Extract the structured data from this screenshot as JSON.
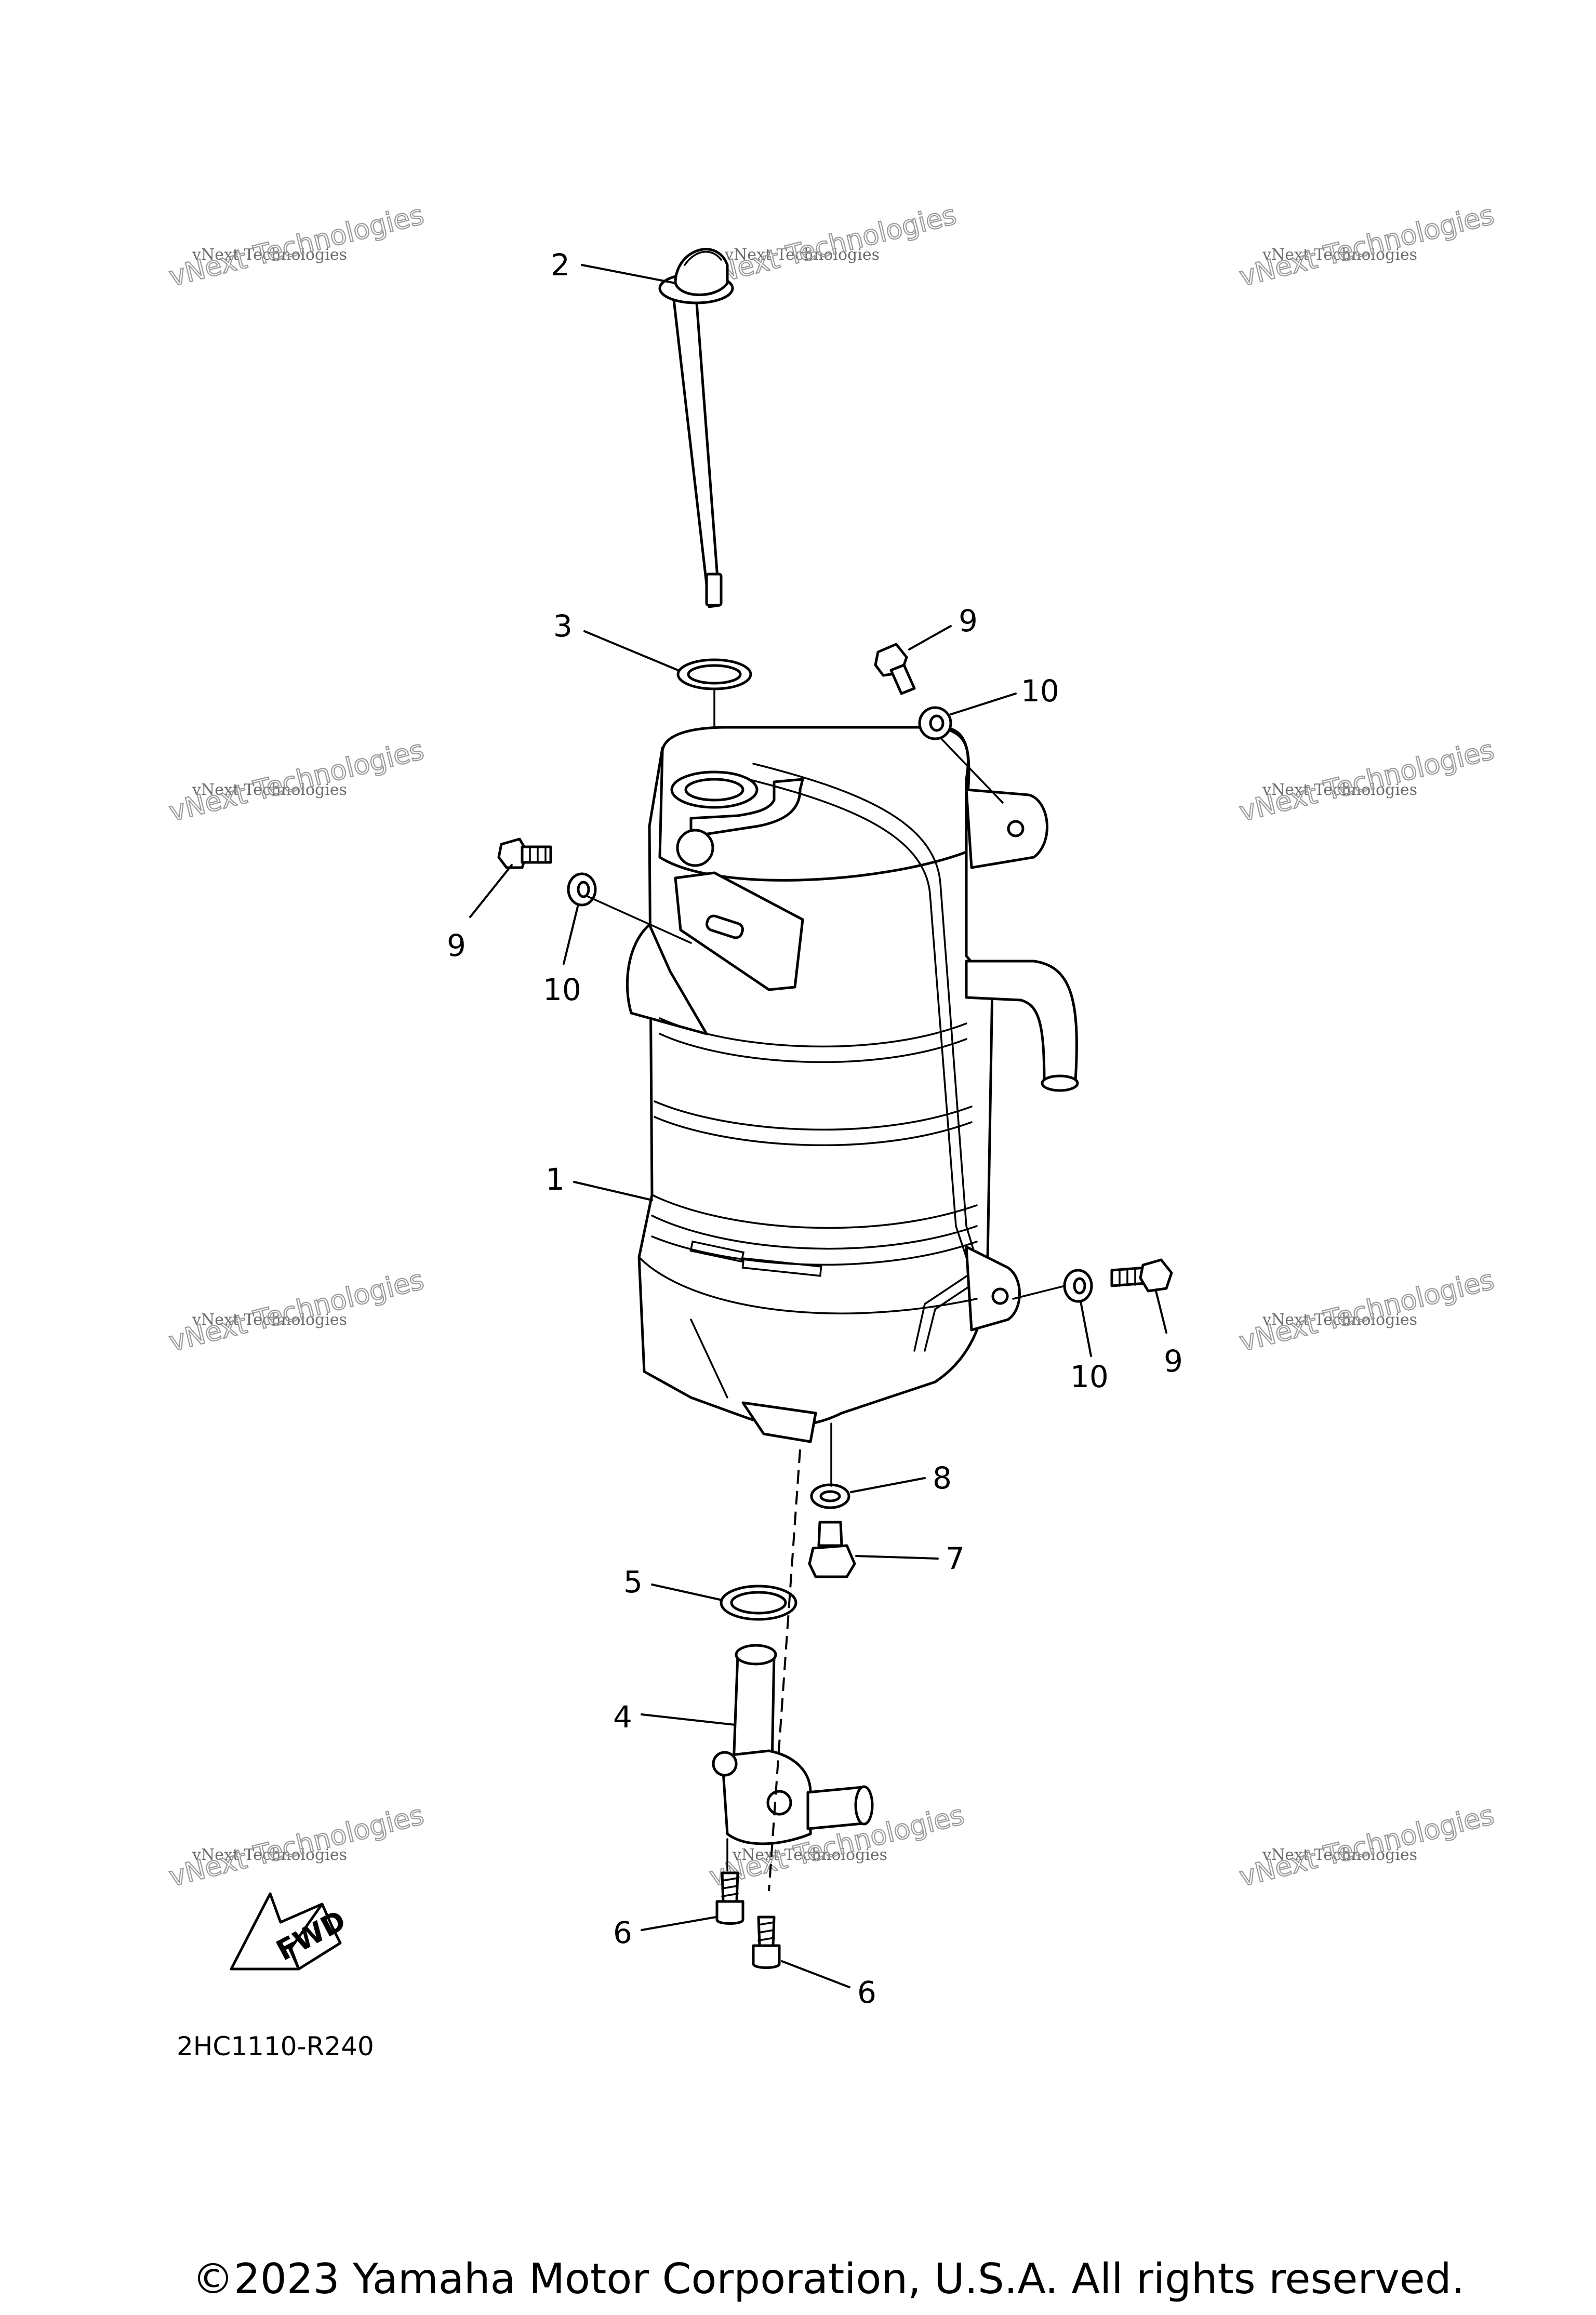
{
  "diagram": {
    "code": "2HC1110-R240",
    "copyright": "©2023 Yamaha Motor Corporation, U.S.A. All rights reserved.",
    "fwd_label": "FWD",
    "watermark": "vNext Technologies",
    "callouts": {
      "c1": "1",
      "c2": "2",
      "c3": "3",
      "c4": "4",
      "c5": "5",
      "c6a": "6",
      "c6b": "6",
      "c7": "7",
      "c8": "8",
      "c9a": "9",
      "c9b": "9",
      "c9c": "9",
      "c10a": "10",
      "c10b": "10",
      "c10c": "10"
    }
  }
}
